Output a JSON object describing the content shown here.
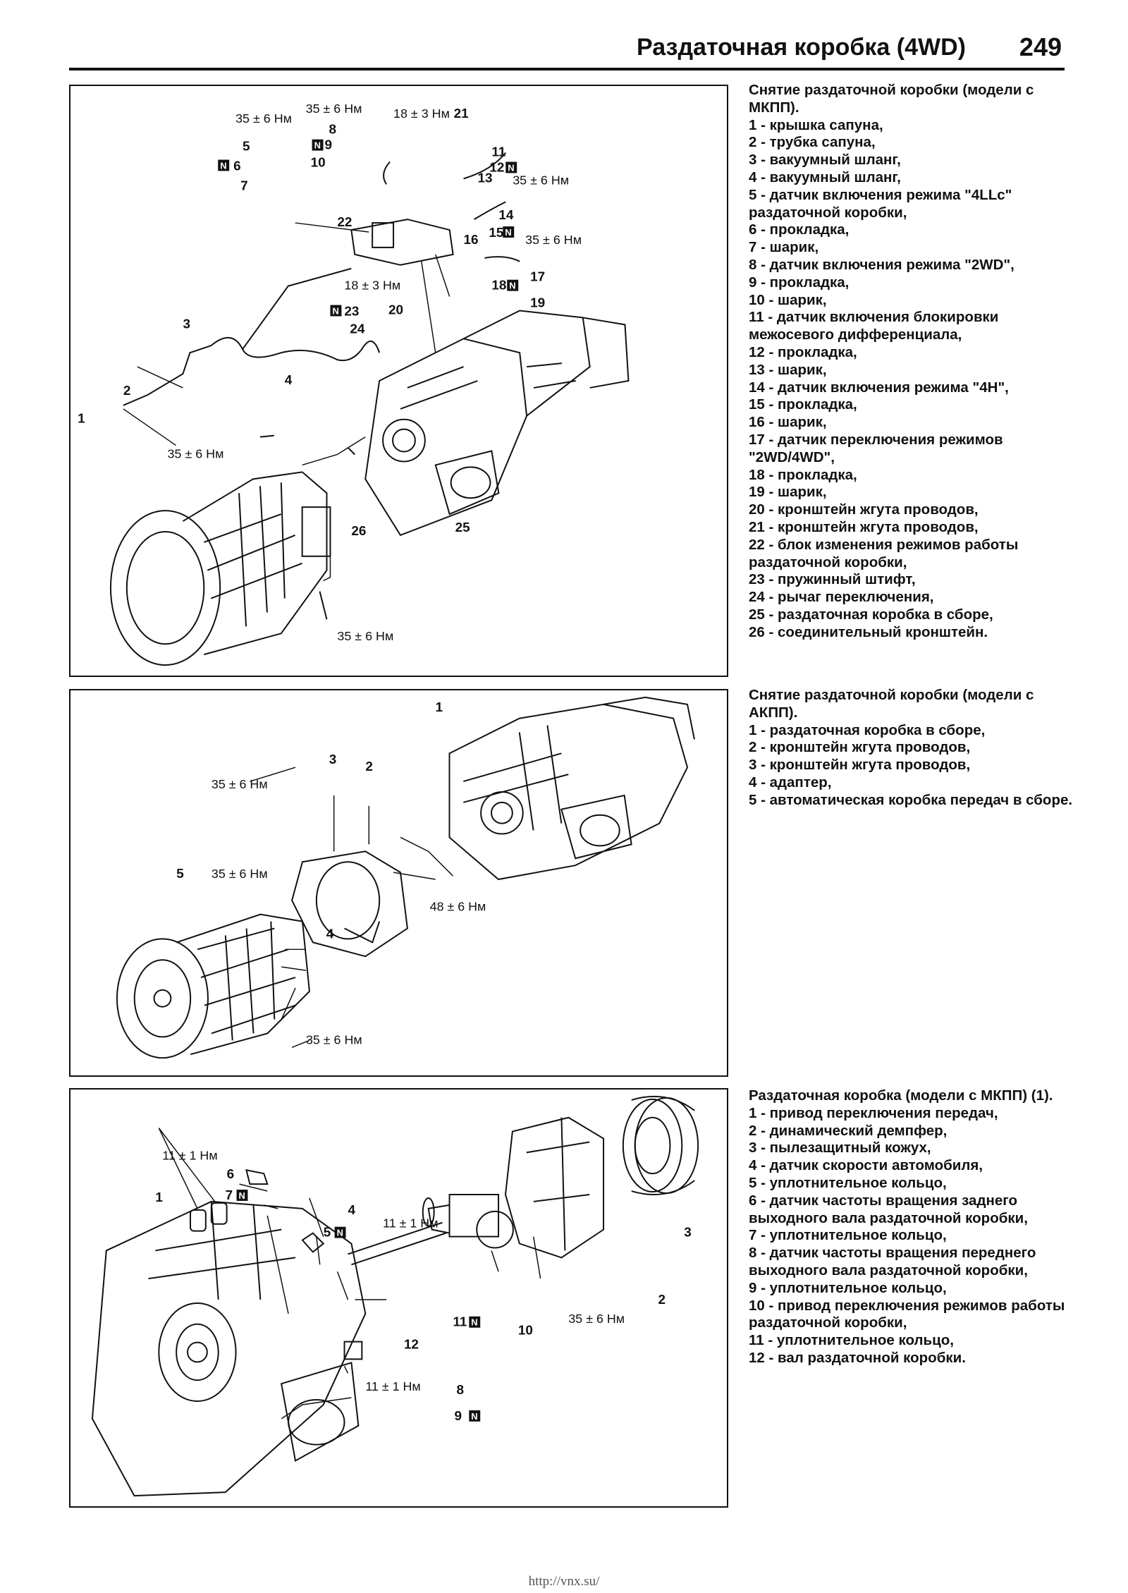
{
  "header": {
    "title": "Раздаточная коробка (4WD)",
    "page_number": "249"
  },
  "sections": [
    {
      "heading": "Снятие раздаточной коробки (модели с МКПП).",
      "items": [
        "1 - крышка сапуна,",
        "2 - трубка сапуна,",
        "3 - вакуумный шланг,",
        "4 - вакуумный шланг,",
        "5 - датчик включения режима \"4LLc\" раздаточной коробки,",
        "6 - прокладка,",
        "7 - шарик,",
        "8 - датчик включения режима \"2WD\",",
        "9 - прокладка,",
        "10 - шарик,",
        "11 - датчик включения блокировки межосевого дифференциала,",
        "12 - прокладка,",
        "13 - шарик,",
        "14 - датчик включения режима \"4H\",",
        "15 - прокладка,",
        "16 - шарик,",
        "17 - датчик переключения режимов \"2WD/4WD\",",
        "18 - прокладка,",
        "19 - шарик,",
        "20 - кронштейн жгута проводов,",
        "21 - кронштейн жгута проводов,",
        "22 - блок изменения режимов работы раздаточной коробки,",
        "23 - пружинный штифт,",
        "24 - рычаг переключения,",
        "25 - раздаточная коробка в сборе,",
        "26 - соединительный кронштейн."
      ]
    },
    {
      "heading": "Снятие раздаточной коробки (модели с АКПП).",
      "items": [
        "1 - раздаточная коробка в сборе,",
        "2 - кронштейн жгута проводов,",
        "3 - кронштейн жгута проводов,",
        "4 - адаптер,",
        "5 - автоматическая коробка передач в сборе."
      ]
    },
    {
      "heading": "Раздаточная коробка (модели с МКПП) (1).",
      "items": [
        "1 - привод переключения передач,",
        "2 - динамический демпфер,",
        "3 - пылезащитный кожух,",
        "4 - датчик скорости автомобиля,",
        "5 - уплотнительное кольцо,",
        "6 - датчик частоты вращения заднего выходного вала раздаточной коробки,",
        "7 - уплотнительное кольцо,",
        "8 - датчик частоты вращения переднего выходного вала раздаточной коробки,",
        "9 - уплотнительное кольцо,",
        "10 - привод переключения режимов работы раздаточной коробки,",
        "11 - уплотнительное кольцо,",
        "12 - вал раздаточной коробки."
      ]
    }
  ],
  "figures": {
    "fig1": {
      "torques": [
        "35 ± 6 Нм",
        "35 ± 6 Нм",
        "18 ± 3 Нм",
        "35 ± 6 Нм",
        "35 ± 6 Нм",
        "18 ± 3 Нм",
        "35 ± 6 Нм",
        "35 ± 6 Нм"
      ],
      "numbers": [
        "1",
        "2",
        "3",
        "4",
        "5",
        "6",
        "7",
        "8",
        "9",
        "10",
        "11",
        "12",
        "13",
        "14",
        "15",
        "16",
        "17",
        "18",
        "19",
        "20",
        "21",
        "22",
        "23",
        "24",
        "25",
        "26"
      ]
    },
    "fig2": {
      "torques": [
        "35 ± 6 Нм",
        "35 ± 6 Нм",
        "48 ± 6 Нм",
        "35 ± 6 Нм"
      ],
      "numbers": [
        "1",
        "2",
        "3",
        "4",
        "5"
      ]
    },
    "fig3": {
      "torques": [
        "11 ± 1 Нм",
        "11 ± 1 Нм",
        "35 ± 6 Нм",
        "11 ± 1 Нм"
      ],
      "numbers": [
        "1",
        "2",
        "3",
        "4",
        "5",
        "6",
        "7",
        "8",
        "9",
        "10",
        "11",
        "12"
      ]
    },
    "new_part_mark": "N"
  },
  "footer": {
    "url": "http://vnx.su/"
  }
}
